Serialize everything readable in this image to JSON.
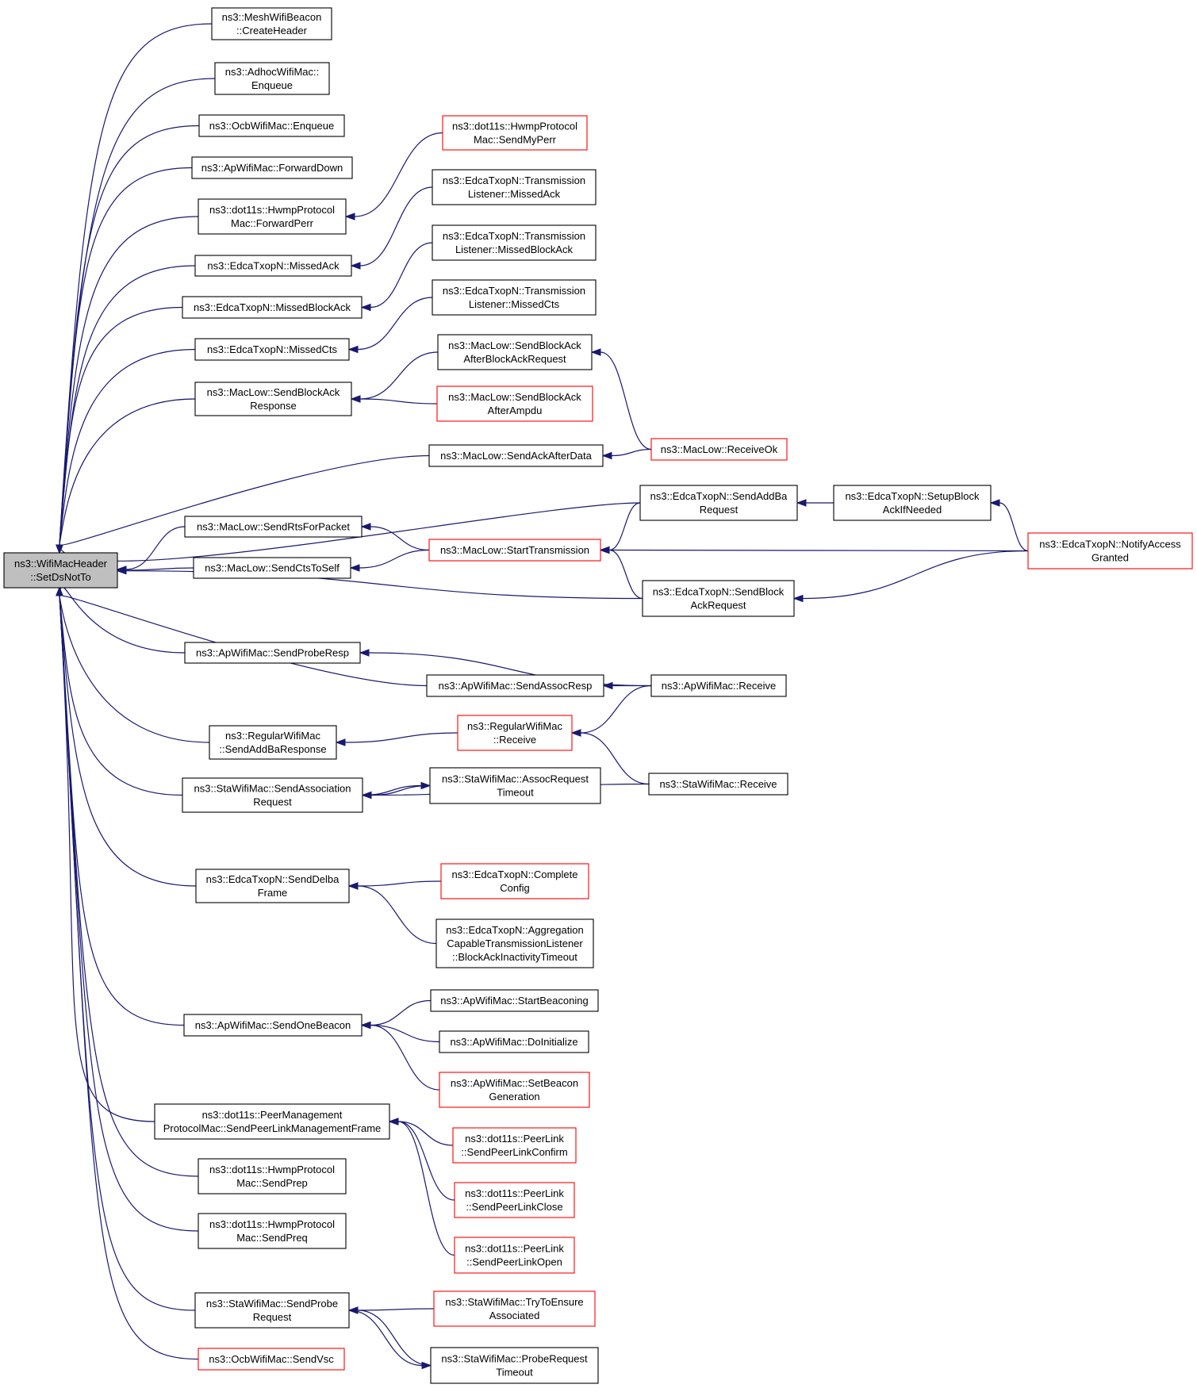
{
  "graph": {
    "root": "n0",
    "nodes": [
      {
        "id": "n0",
        "lines": [
          "ns3::WifiMacHeader",
          "::SetDsNotTo"
        ],
        "style": "root"
      },
      {
        "id": "n1",
        "lines": [
          "ns3::MeshWifiBeacon",
          "::CreateHeader"
        ],
        "style": "normal"
      },
      {
        "id": "n2",
        "lines": [
          "ns3::AdhocWifiMac::",
          "Enqueue"
        ],
        "style": "normal"
      },
      {
        "id": "n3",
        "lines": [
          "ns3::OcbWifiMac::Enqueue"
        ],
        "style": "normal"
      },
      {
        "id": "n4",
        "lines": [
          "ns3::ApWifiMac::ForwardDown"
        ],
        "style": "normal"
      },
      {
        "id": "n5",
        "lines": [
          "ns3::dot11s::HwmpProtocol",
          "Mac::ForwardPerr"
        ],
        "style": "normal"
      },
      {
        "id": "n6",
        "lines": [
          "ns3::EdcaTxopN::MissedAck"
        ],
        "style": "normal"
      },
      {
        "id": "n7",
        "lines": [
          "ns3::EdcaTxopN::MissedBlockAck"
        ],
        "style": "normal"
      },
      {
        "id": "n8",
        "lines": [
          "ns3::EdcaTxopN::MissedCts"
        ],
        "style": "normal"
      },
      {
        "id": "n9",
        "lines": [
          "ns3::MacLow::SendBlockAck",
          "Response"
        ],
        "style": "normal"
      },
      {
        "id": "n10",
        "lines": [
          "ns3::MacLow::SendRtsForPacket"
        ],
        "style": "normal"
      },
      {
        "id": "n11",
        "lines": [
          "ns3::MacLow::SendCtsToSelf"
        ],
        "style": "normal"
      },
      {
        "id": "n12",
        "lines": [
          "ns3::ApWifiMac::SendProbeResp"
        ],
        "style": "normal"
      },
      {
        "id": "n13",
        "lines": [
          "ns3::RegularWifiMac",
          "::SendAddBaResponse"
        ],
        "style": "normal"
      },
      {
        "id": "n14",
        "lines": [
          "ns3::StaWifiMac::SendAssociation",
          "Request"
        ],
        "style": "normal"
      },
      {
        "id": "n15",
        "lines": [
          "ns3::EdcaTxopN::SendDelba",
          "Frame"
        ],
        "style": "normal"
      },
      {
        "id": "n16",
        "lines": [
          "ns3::ApWifiMac::SendOneBeacon"
        ],
        "style": "normal"
      },
      {
        "id": "n17",
        "lines": [
          "ns3::dot11s::PeerManagement",
          "ProtocolMac::SendPeerLinkManagementFrame"
        ],
        "style": "normal"
      },
      {
        "id": "n18",
        "lines": [
          "ns3::dot11s::HwmpProtocol",
          "Mac::SendPrep"
        ],
        "style": "normal"
      },
      {
        "id": "n19",
        "lines": [
          "ns3::dot11s::HwmpProtocol",
          "Mac::SendPreq"
        ],
        "style": "normal"
      },
      {
        "id": "n20",
        "lines": [
          "ns3::StaWifiMac::SendProbe",
          "Request"
        ],
        "style": "normal"
      },
      {
        "id": "n21",
        "lines": [
          "ns3::OcbWifiMac::SendVsc"
        ],
        "style": "red"
      },
      {
        "id": "n22",
        "lines": [
          "ns3::dot11s::HwmpProtocol",
          "Mac::SendMyPerr"
        ],
        "style": "red"
      },
      {
        "id": "n23",
        "lines": [
          "ns3::EdcaTxopN::Transmission",
          "Listener::MissedAck"
        ],
        "style": "normal"
      },
      {
        "id": "n24",
        "lines": [
          "ns3::EdcaTxopN::Transmission",
          "Listener::MissedBlockAck"
        ],
        "style": "normal"
      },
      {
        "id": "n25",
        "lines": [
          "ns3::EdcaTxopN::Transmission",
          "Listener::MissedCts"
        ],
        "style": "normal"
      },
      {
        "id": "n26",
        "lines": [
          "ns3::MacLow::SendBlockAck",
          "AfterBlockAckRequest"
        ],
        "style": "normal"
      },
      {
        "id": "n27",
        "lines": [
          "ns3::MacLow::SendBlockAck",
          "AfterAmpdu"
        ],
        "style": "red"
      },
      {
        "id": "n28",
        "lines": [
          "ns3::MacLow::SendAckAfterData"
        ],
        "style": "normal"
      },
      {
        "id": "n29",
        "lines": [
          "ns3::MacLow::StartTransmission"
        ],
        "style": "red"
      },
      {
        "id": "n30",
        "lines": [
          "ns3::ApWifiMac::SendAssocResp"
        ],
        "style": "normal"
      },
      {
        "id": "n31",
        "lines": [
          "ns3::RegularWifiMac",
          "::Receive"
        ],
        "style": "red"
      },
      {
        "id": "n32",
        "lines": [
          "ns3::StaWifiMac::AssocRequest",
          "Timeout"
        ],
        "style": "normal"
      },
      {
        "id": "n33",
        "lines": [
          "ns3::EdcaTxopN::Complete",
          "Config"
        ],
        "style": "red"
      },
      {
        "id": "n34",
        "lines": [
          "ns3::EdcaTxopN::Aggregation",
          "CapableTransmissionListener",
          "::BlockAckInactivityTimeout"
        ],
        "style": "normal"
      },
      {
        "id": "n35",
        "lines": [
          "ns3::ApWifiMac::StartBeaconing"
        ],
        "style": "normal"
      },
      {
        "id": "n36",
        "lines": [
          "ns3::ApWifiMac::DoInitialize"
        ],
        "style": "normal"
      },
      {
        "id": "n37",
        "lines": [
          "ns3::ApWifiMac::SetBeacon",
          "Generation"
        ],
        "style": "red"
      },
      {
        "id": "n38",
        "lines": [
          "ns3::dot11s::PeerLink",
          "::SendPeerLinkConfirm"
        ],
        "style": "red"
      },
      {
        "id": "n39",
        "lines": [
          "ns3::dot11s::PeerLink",
          "::SendPeerLinkClose"
        ],
        "style": "red"
      },
      {
        "id": "n40",
        "lines": [
          "ns3::dot11s::PeerLink",
          "::SendPeerLinkOpen"
        ],
        "style": "red"
      },
      {
        "id": "n41",
        "lines": [
          "ns3::StaWifiMac::TryToEnsure",
          "Associated"
        ],
        "style": "red"
      },
      {
        "id": "n42",
        "lines": [
          "ns3::StaWifiMac::ProbeRequest",
          "Timeout"
        ],
        "style": "normal"
      },
      {
        "id": "n43",
        "lines": [
          "ns3::EdcaTxopN::SendAddBa",
          "Request"
        ],
        "style": "normal"
      },
      {
        "id": "n44",
        "lines": [
          "ns3::EdcaTxopN::SendBlock",
          "AckRequest"
        ],
        "style": "normal"
      },
      {
        "id": "n45",
        "lines": [
          "ns3::MacLow::ReceiveOk"
        ],
        "style": "red"
      },
      {
        "id": "n46",
        "lines": [
          "ns3::ApWifiMac::Receive"
        ],
        "style": "normal"
      },
      {
        "id": "n47",
        "lines": [
          "ns3::StaWifiMac::Receive"
        ],
        "style": "normal"
      },
      {
        "id": "n48",
        "lines": [
          "ns3::EdcaTxopN::SetupBlock",
          "AckIfNeeded"
        ],
        "style": "normal"
      },
      {
        "id": "n49",
        "lines": [
          "ns3::EdcaTxopN::NotifyAccess",
          "Granted"
        ],
        "style": "red"
      }
    ],
    "edges": [
      [
        "n1",
        "n0"
      ],
      [
        "n2",
        "n0"
      ],
      [
        "n3",
        "n0"
      ],
      [
        "n4",
        "n0"
      ],
      [
        "n5",
        "n0"
      ],
      [
        "n6",
        "n0"
      ],
      [
        "n7",
        "n0"
      ],
      [
        "n8",
        "n0"
      ],
      [
        "n9",
        "n0"
      ],
      [
        "n28",
        "n0"
      ],
      [
        "n43",
        "n0"
      ],
      [
        "n10",
        "n0"
      ],
      [
        "n11",
        "n0"
      ],
      [
        "n44",
        "n0"
      ],
      [
        "n12",
        "n0"
      ],
      [
        "n30",
        "n0"
      ],
      [
        "n13",
        "n0"
      ],
      [
        "n14",
        "n0"
      ],
      [
        "n15",
        "n0"
      ],
      [
        "n16",
        "n0"
      ],
      [
        "n17",
        "n0"
      ],
      [
        "n18",
        "n0"
      ],
      [
        "n19",
        "n0"
      ],
      [
        "n20",
        "n0"
      ],
      [
        "n21",
        "n0"
      ],
      [
        "n22",
        "n5"
      ],
      [
        "n23",
        "n6"
      ],
      [
        "n24",
        "n7"
      ],
      [
        "n25",
        "n8"
      ],
      [
        "n26",
        "n9"
      ],
      [
        "n27",
        "n9"
      ],
      [
        "n45",
        "n26"
      ],
      [
        "n45",
        "n28"
      ],
      [
        "n48",
        "n43"
      ],
      [
        "n49",
        "n48"
      ],
      [
        "n43",
        "n29"
      ],
      [
        "n29",
        "n10"
      ],
      [
        "n29",
        "n11"
      ],
      [
        "n49",
        "n29"
      ],
      [
        "n44",
        "n29"
      ],
      [
        "n49",
        "n44"
      ],
      [
        "n46",
        "n12"
      ],
      [
        "n46",
        "n30"
      ],
      [
        "n46",
        "n31"
      ],
      [
        "n31",
        "n13"
      ],
      [
        "n47",
        "n31"
      ],
      [
        "n32",
        "n14"
      ],
      [
        "n14",
        "n32"
      ],
      [
        "n47",
        "n14"
      ],
      [
        "n33",
        "n15"
      ],
      [
        "n34",
        "n15"
      ],
      [
        "n35",
        "n16"
      ],
      [
        "n36",
        "n16"
      ],
      [
        "n37",
        "n16"
      ],
      [
        "n38",
        "n17"
      ],
      [
        "n39",
        "n17"
      ],
      [
        "n40",
        "n17"
      ],
      [
        "n41",
        "n20"
      ],
      [
        "n42",
        "n20"
      ],
      [
        "n20",
        "n42"
      ]
    ]
  }
}
